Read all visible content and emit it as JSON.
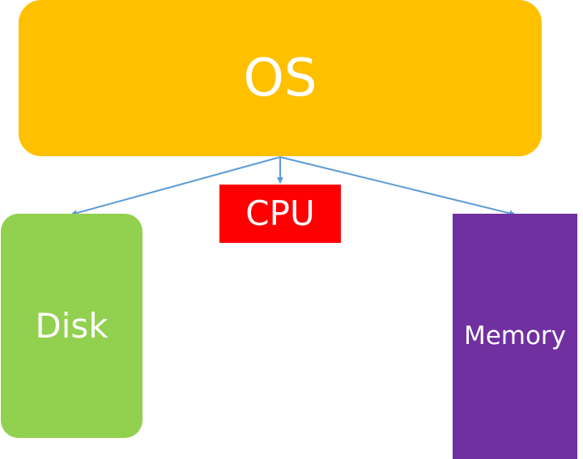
{
  "nodes": {
    "os": {
      "label": "OS",
      "color": "#FFC000"
    },
    "cpu": {
      "label": "CPU",
      "color": "#FF0000"
    },
    "disk": {
      "label": "Disk",
      "color": "#92D050"
    },
    "memory": {
      "label": "Memory",
      "color": "#7030A0"
    }
  },
  "edges": [
    {
      "from": "os",
      "to": "disk"
    },
    {
      "from": "os",
      "to": "cpu"
    },
    {
      "from": "os",
      "to": "memory"
    }
  ],
  "edge_color": "#5B9BD5"
}
